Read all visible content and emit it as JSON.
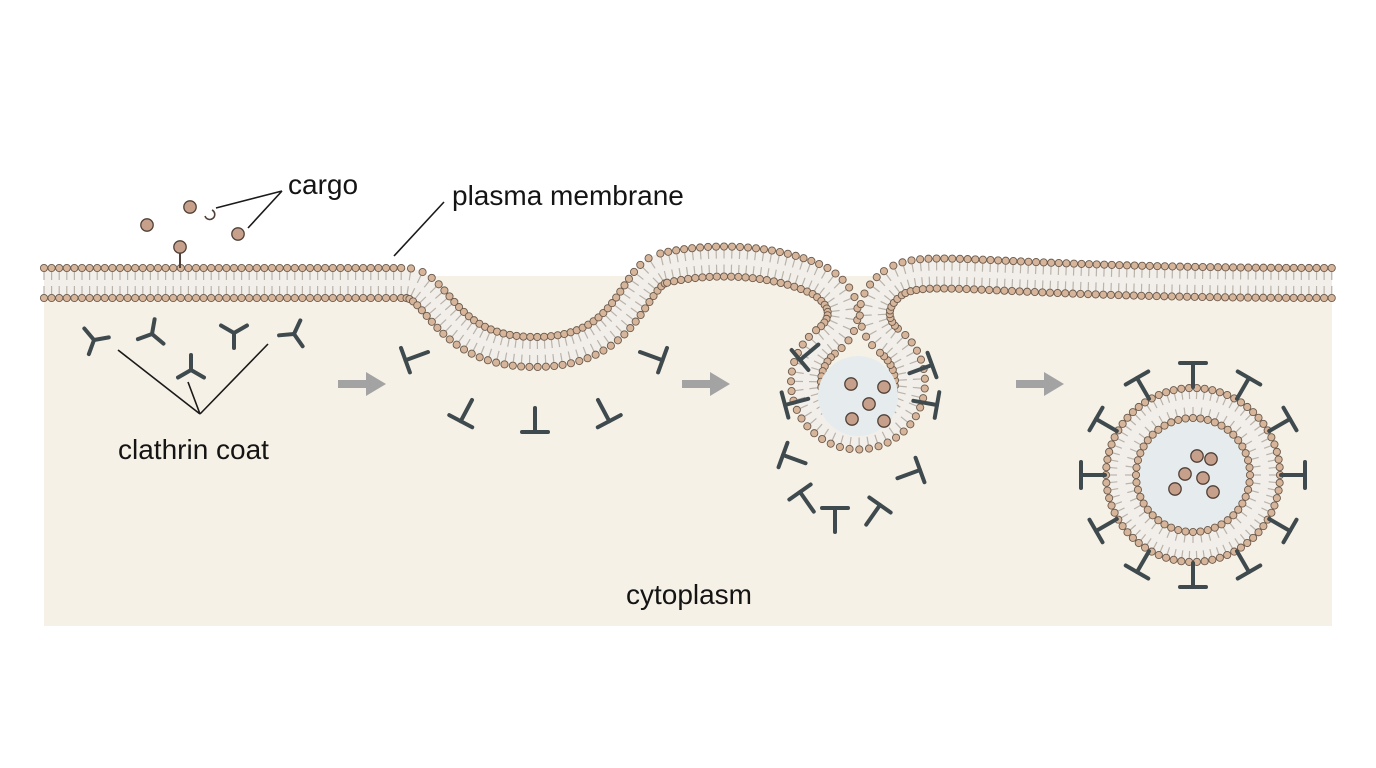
{
  "labels": {
    "cargo": "cargo",
    "plasma_membrane": "plasma membrane",
    "clathrin_coat": "clathrin coat",
    "cytoplasm": "cytoplasm"
  },
  "colors": {
    "background": "#ffffff",
    "cytoplasm": "#f6f1e6",
    "lipid_head": "#d6b59a",
    "lipid_head_outline": "#6b5a4c",
    "lipid_tail": "#b9b3aa",
    "membrane_band": "#f2efea",
    "vesicle_lumen": "#e6ecee",
    "clathrin": "#3f4a4e",
    "cargo": "#c7a08c",
    "cargo_outline": "#4f4038",
    "arrow": "#a3a3a3",
    "leader_line": "#1a1a1a"
  },
  "icons": {
    "step_arrow": "arrow-right-icon",
    "clathrin_triskelion": "triskelion-icon",
    "cargo_molecule": "circle-icon"
  },
  "stages": [
    "flat membrane with clathrin",
    "coated pit",
    "invaginated vesicle with cargo",
    "free coated vesicle with cargo"
  ]
}
